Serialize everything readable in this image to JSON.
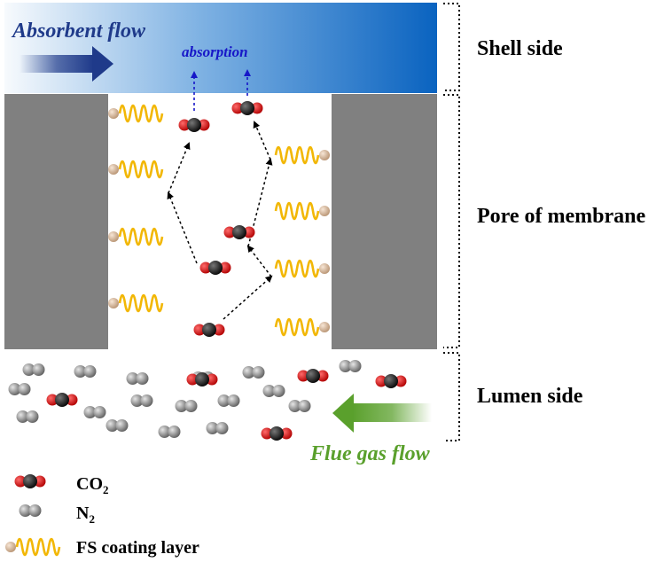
{
  "labels": {
    "absorbent_flow": "Absorbent flow",
    "absorption": "absorption",
    "shell_side": "Shell side",
    "pore_of_membrane": "Pore of membrane",
    "lumen_side": "Lumen side",
    "flue_gas_flow": "Flue gas flow"
  },
  "legend": {
    "co2_base": "CO",
    "co2_sub": "2",
    "n2_base": "N",
    "n2_sub": "2",
    "fs": "FS coating layer"
  },
  "colors": {
    "shell_dark": "#0a63c0",
    "shell_light": "#e9f2fb",
    "wall": "#808080",
    "coating": "#f2b705",
    "bead": "#e2c4a8",
    "absorbent_arrow": "#1f3a8a",
    "flue_arrow": "#5aa02c",
    "absorption_text": "#1717c8"
  }
}
